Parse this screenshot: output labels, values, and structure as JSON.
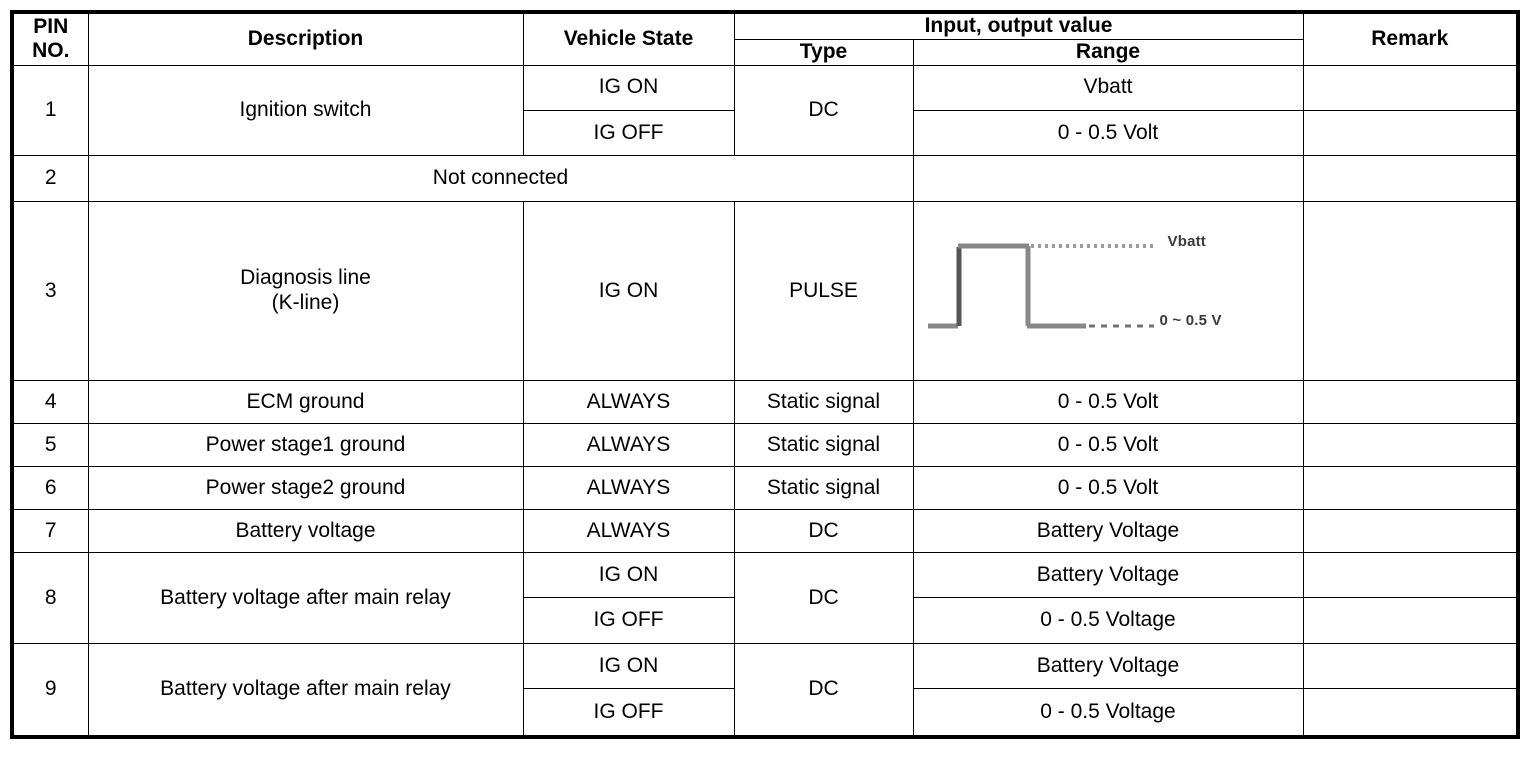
{
  "table": {
    "headers": {
      "pin_no": "PIN\nNO.",
      "pin_no_line1": "PIN",
      "pin_no_line2": "NO.",
      "description": "Description",
      "vehicle_state": "Vehicle State",
      "input_output_value": "Input, output value",
      "type": "Type",
      "range": "Range",
      "remark": "Remark"
    },
    "rows": [
      {
        "pin": "1",
        "description": "Ignition switch",
        "type": "DC",
        "remark": "",
        "subrows": [
          {
            "vehicle_state": "IG ON",
            "range": "Vbatt"
          },
          {
            "vehicle_state": "IG OFF",
            "range": "0 - 0.5 Volt"
          }
        ]
      },
      {
        "pin": "2",
        "description": "Not connected",
        "merged_description": true,
        "type": "",
        "remark": "",
        "subrows": [
          {
            "vehicle_state": "",
            "range": ""
          }
        ]
      },
      {
        "pin": "3",
        "description_line1": "Diagnosis line",
        "description_line2": "(K-line)",
        "description": "Diagnosis line (K-line)",
        "type": "PULSE",
        "remark": "",
        "subrows": [
          {
            "vehicle_state": "IG ON",
            "range": ""
          }
        ],
        "waveform": {
          "type": "pulse",
          "high_label": "Vbatt",
          "low_label": "0 ~ 0.5 V",
          "line_color": "#888888",
          "dotted_color": "#9a9a9a"
        }
      },
      {
        "pin": "4",
        "description": "ECM ground",
        "type": "Static signal",
        "remark": "",
        "subrows": [
          {
            "vehicle_state": "ALWAYS",
            "range": "0 - 0.5 Volt"
          }
        ]
      },
      {
        "pin": "5",
        "description": "Power stage1 ground",
        "type": "Static signal",
        "remark": "",
        "subrows": [
          {
            "vehicle_state": "ALWAYS",
            "range": "0 - 0.5 Volt"
          }
        ]
      },
      {
        "pin": "6",
        "description": "Power stage2 ground",
        "type": "Static signal",
        "remark": "",
        "subrows": [
          {
            "vehicle_state": "ALWAYS",
            "range": "0 - 0.5 Volt"
          }
        ]
      },
      {
        "pin": "7",
        "description": "Battery voltage",
        "type": "DC",
        "remark": "",
        "subrows": [
          {
            "vehicle_state": "ALWAYS",
            "range": "Battery Voltage"
          }
        ]
      },
      {
        "pin": "8",
        "description": "Battery voltage after main relay",
        "type": "DC",
        "remark": "",
        "subrows": [
          {
            "vehicle_state": "IG ON",
            "range": "Battery Voltage"
          },
          {
            "vehicle_state": "IG OFF",
            "range": "0 - 0.5 Voltage"
          }
        ]
      },
      {
        "pin": "9",
        "description": "Battery voltage after main relay",
        "type": "DC",
        "remark": "",
        "subrows": [
          {
            "vehicle_state": "IG ON",
            "range": "Battery Voltage"
          },
          {
            "vehicle_state": "IG OFF",
            "range": "0 - 0.5 Voltage"
          }
        ]
      }
    ]
  },
  "colors": {
    "border": "#000000",
    "text": "#000000",
    "waveform_line": "#888888",
    "waveform_label": "#3a3a3a",
    "background": "#ffffff"
  }
}
